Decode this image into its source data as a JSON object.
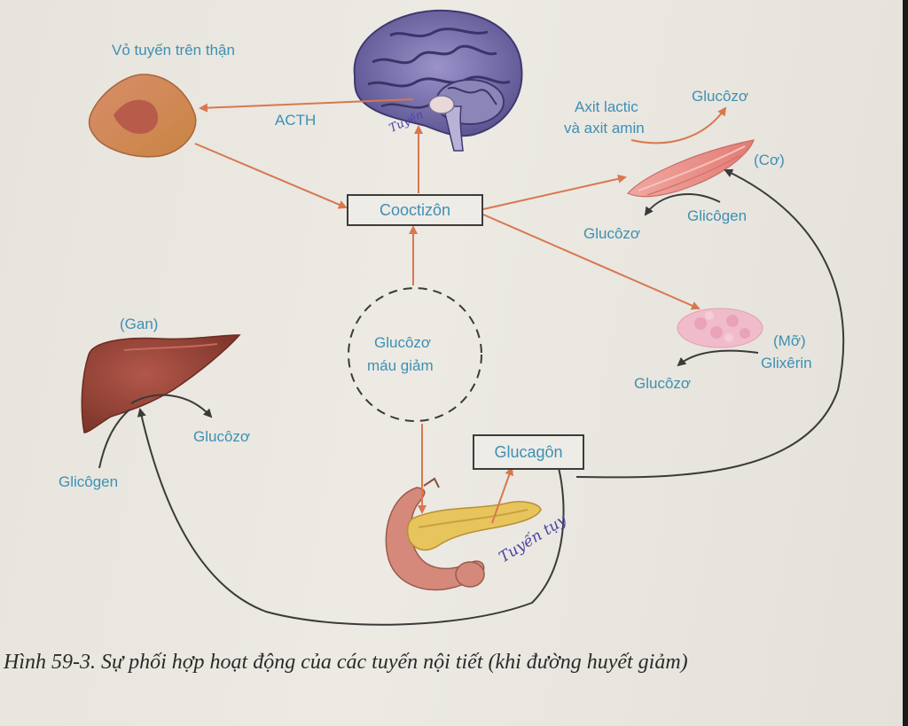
{
  "labels": {
    "adrenal_cortex": "Vỏ tuyến trên thận",
    "acth": "ACTH",
    "cortisone": "Cooctizôn",
    "lactic_amino_line1": "Axit lactic",
    "lactic_amino_line2": "và axit amin",
    "muscle_glucose_top": "Glucôzơ",
    "muscle": "(Cơ)",
    "muscle_glycogen": "Glicôgen",
    "muscle_glucose_bottom": "Glucôzơ",
    "fat": "(Mỡ)",
    "glycerin": "Glixêrin",
    "fat_glucose": "Glucôzơ",
    "liver": "(Gan)",
    "liver_glucose": "Glucôzơ",
    "liver_glycogen": "Glicôgen",
    "blood_glucose_line1": "Glucôzơ",
    "blood_glucose_line2": "máu giảm",
    "glucagon": "Glucagôn"
  },
  "handwriting": {
    "pituitary_note": "Tuyến",
    "pancreas_note": "Tuyến tụy"
  },
  "caption": "Hình 59-3. Sự phối hợp hoạt động của các tuyến nội tiết (khi đường huyết giảm)",
  "icons": [
    "brain-icon",
    "adrenal-gland-icon",
    "muscle-icon",
    "fat-tissue-icon",
    "liver-icon",
    "pancreas-icon"
  ],
  "colors": {
    "label_blue": "#3f8fb4",
    "arrow_orange": "#d9774e",
    "curve_dark": "#3a3a3a",
    "handwriting_purple": "#4b42a8"
  }
}
